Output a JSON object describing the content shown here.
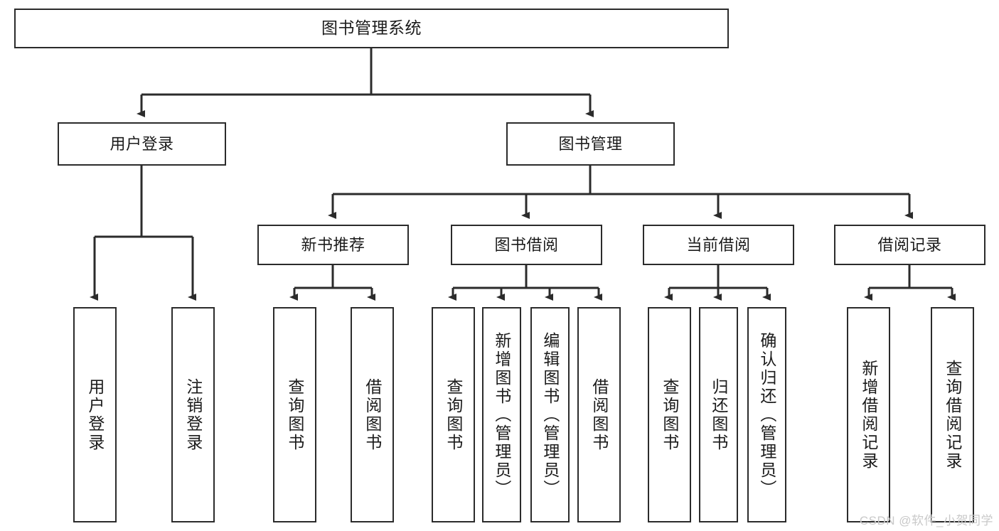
{
  "diagram": {
    "title_node": {
      "label": "图书管理系统"
    },
    "level1": [
      {
        "label": "用户登录"
      },
      {
        "label": "图书管理"
      }
    ],
    "level2": [
      {
        "label": "新书推荐"
      },
      {
        "label": "图书借阅"
      },
      {
        "label": "当前借阅"
      },
      {
        "label": "借阅记录"
      }
    ],
    "leaves": [
      {
        "label": "用户登录"
      },
      {
        "label": "注销登录"
      },
      {
        "label": "查询图书"
      },
      {
        "label": "借阅图书"
      },
      {
        "label": "查询图书"
      },
      {
        "label": "新增图书（管理员）"
      },
      {
        "label": "编辑图书（管理员）"
      },
      {
        "label": "借阅图书"
      },
      {
        "label": "查询图书"
      },
      {
        "label": "归还图书"
      },
      {
        "label": "确认归还（管理员）"
      },
      {
        "label": "新增借阅记录"
      },
      {
        "label": "查询借阅记录"
      }
    ],
    "watermark": "CSDN @软件_小贺同学",
    "colors": {
      "stroke": "#2b2b2b",
      "fill": "#ffffff",
      "text": "#1b1b1b",
      "watermark": "#c9c9c9"
    }
  }
}
